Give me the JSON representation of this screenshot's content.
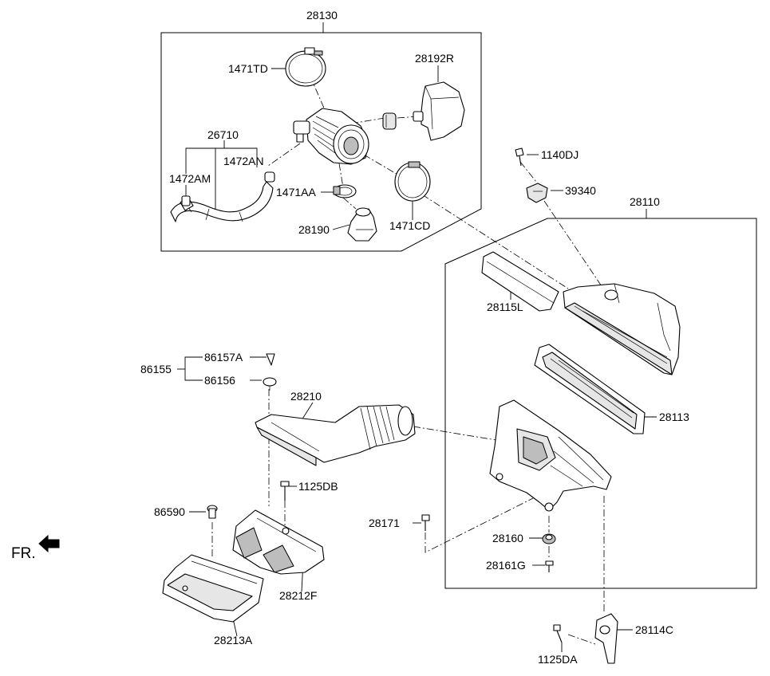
{
  "labels": {
    "l28130": "28130",
    "l1471TD": "1471TD",
    "l28192R": "28192R",
    "l26710": "26710",
    "l1472AN": "1472AN",
    "l1472AM": "1472AM",
    "l1471AA": "1471AA",
    "l28190": "28190",
    "l1471CD": "1471CD",
    "l1140DJ": "1140DJ",
    "l39340": "39340",
    "l28110": "28110",
    "l28115L": "28115L",
    "l28113": "28113",
    "l86157A": "86157A",
    "l86155": "86155",
    "l86156": "86156",
    "l28210": "28210",
    "l1125DB": "1125DB",
    "l86590": "86590",
    "l28171": "28171",
    "l28160": "28160",
    "l28161G": "28161G",
    "l28212F": "28212F",
    "l28213A": "28213A",
    "l28114C": "28114C",
    "l1125DA": "1125DA",
    "fr": "FR."
  },
  "icons": {
    "front_arrow": "arrow-left-icon"
  }
}
